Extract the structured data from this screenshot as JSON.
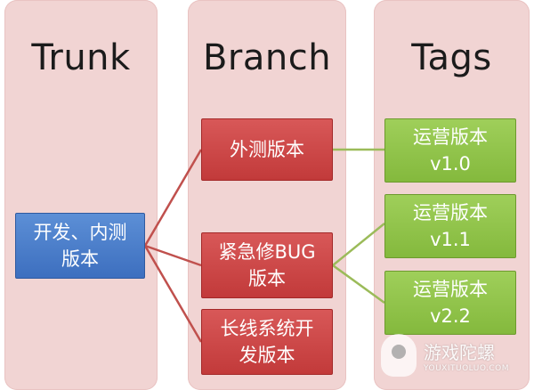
{
  "columns": {
    "trunk": "Trunk",
    "branch": "Branch",
    "tags": "Tags"
  },
  "nodes": {
    "trunk_dev": [
      "开发、内测",
      "版本"
    ],
    "branch_external": [
      "外测版本"
    ],
    "branch_bugfix": [
      "紧急修BUG",
      "版本"
    ],
    "branch_longterm": [
      "长线系统开",
      "发版本"
    ],
    "tag_v10": [
      "运营版本",
      "v1.0"
    ],
    "tag_v11": [
      "运营版本",
      "v1.1"
    ],
    "tag_v22": [
      "运营版本",
      "v2.2"
    ]
  },
  "watermark": {
    "name": "游戏陀螺",
    "domain": "YOUXITUOLUO.COM"
  },
  "colors": {
    "column_bg": "#f1d4d3",
    "trunk_node": "#4a7ec9",
    "branch_node": "#c94545",
    "tag_node": "#8fc24a",
    "trunk_branch_link": "#c0504d",
    "branch_tag_link": "#9bbb59"
  }
}
